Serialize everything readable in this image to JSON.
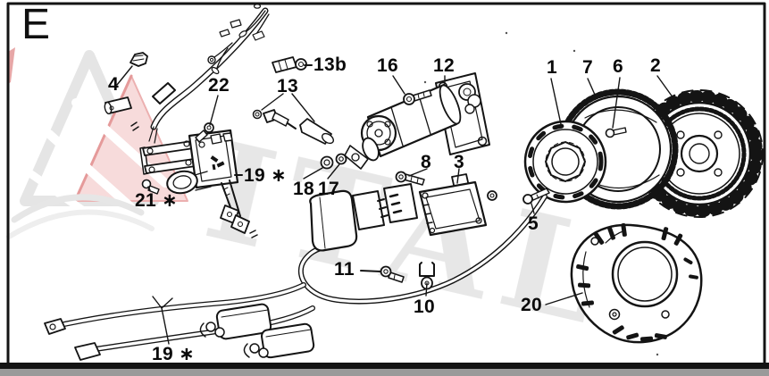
{
  "diagram": {
    "section_label": "E",
    "type": "exploded-parts-diagram",
    "colors": {
      "ink": "#1a1a1a",
      "background": "#ffffff",
      "frame": "#141414",
      "bottom_strip_gray": "#9a9a9a",
      "watermark_gray": "#cbcbcb",
      "watermark_pink": "#f6d7d7",
      "watermark_red": "#e28f8f"
    },
    "watermark": {
      "text": "ITAL"
    },
    "callouts": [
      {
        "id": "4",
        "label": "4"
      },
      {
        "id": "22",
        "label": "22"
      },
      {
        "id": "13",
        "label": "13"
      },
      {
        "id": "13b",
        "label": "13b"
      },
      {
        "id": "16",
        "label": "16"
      },
      {
        "id": "12",
        "label": "12"
      },
      {
        "id": "1",
        "label": "1"
      },
      {
        "id": "7",
        "label": "7"
      },
      {
        "id": "6",
        "label": "6"
      },
      {
        "id": "2",
        "label": "2"
      },
      {
        "id": "19a",
        "label": "19 ∗"
      },
      {
        "id": "18",
        "label": "18"
      },
      {
        "id": "17",
        "label": "17"
      },
      {
        "id": "21",
        "label": "21 ∗"
      },
      {
        "id": "8",
        "label": "8"
      },
      {
        "id": "3",
        "label": "3"
      },
      {
        "id": "5",
        "label": "5"
      },
      {
        "id": "11",
        "label": "11"
      },
      {
        "id": "10",
        "label": "10"
      },
      {
        "id": "20",
        "label": "20"
      },
      {
        "id": "19b",
        "label": "19 ∗"
      }
    ]
  }
}
